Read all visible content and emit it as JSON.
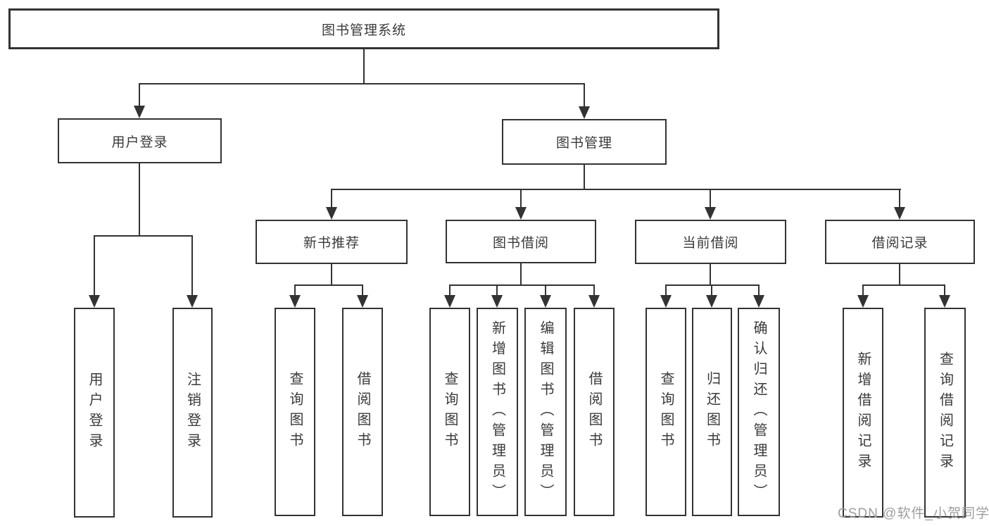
{
  "diagram": {
    "root": {
      "label": "图书管理系统"
    },
    "level2": [
      {
        "label": "用户登录"
      },
      {
        "label": "图书管理"
      }
    ],
    "level3": [
      {
        "label": "新书推荐"
      },
      {
        "label": "图书借阅"
      },
      {
        "label": "当前借阅"
      },
      {
        "label": "借阅记录"
      }
    ],
    "leaves": {
      "login": [
        "用户登录",
        "注销登录"
      ],
      "newbook": [
        "查询图书",
        "借阅图书"
      ],
      "borrow": [
        "查询图书",
        "新增图书（管理员）",
        "编辑图书（管理员）",
        "借阅图书"
      ],
      "current": [
        "查询图书",
        "归还图书",
        "确认归还（管理员）"
      ],
      "records": [
        "新增借阅记录",
        "查询借阅记录"
      ]
    }
  },
  "watermark": {
    "text": "CSDN @软件_小贺同学"
  },
  "colors": {
    "line": "#333333",
    "background": "#ffffff",
    "watermark_text": "#9e9e9e"
  }
}
